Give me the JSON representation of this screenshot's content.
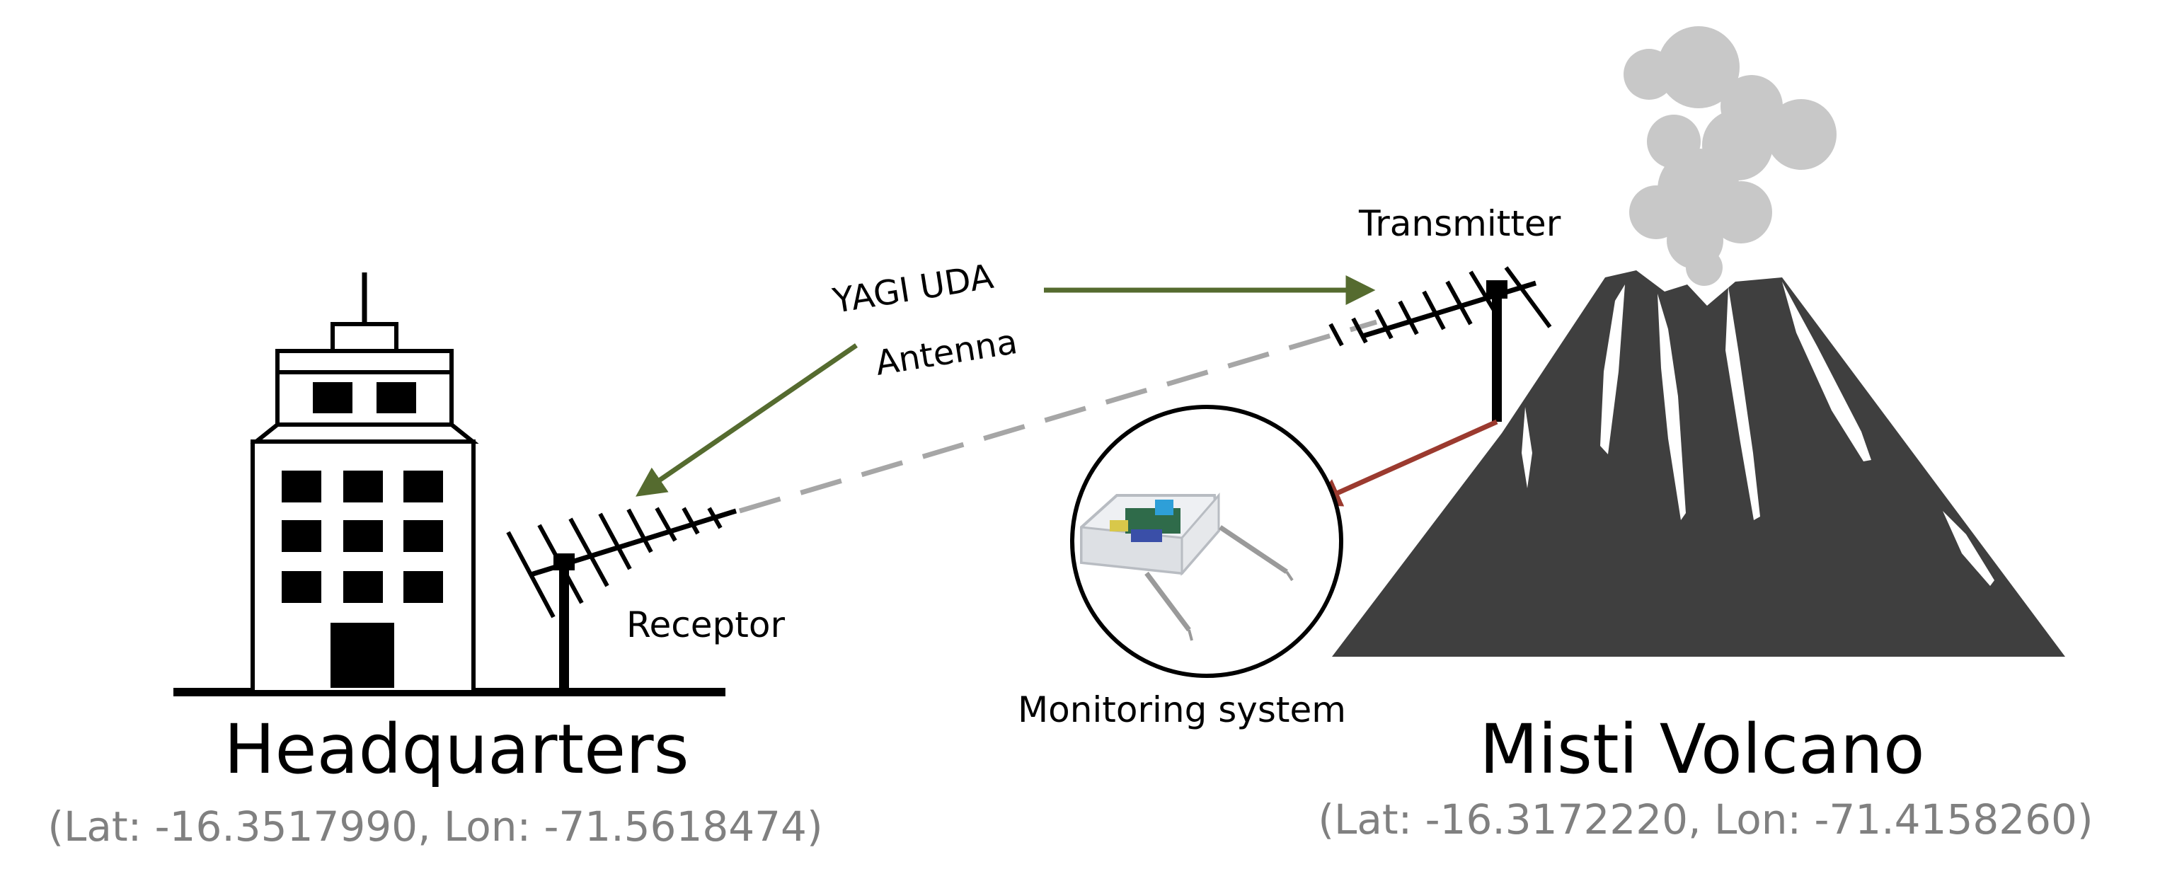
{
  "labels": {
    "yagi_line1": "YAGI UDA",
    "yagi_line2": "Antenna",
    "transmitter": "Transmitter",
    "receptor": "Receptor",
    "monitoring": "Monitoring system",
    "headquarters": "Headquarters",
    "volcano": "Misti Volcano",
    "hq_coords": "(Lat: -16.3517990, Lon: -71.5618474)",
    "volcano_coords": "(Lat: -16.3172220, Lon: -71.4158260)"
  },
  "colors": {
    "annotation_arrow": "#556b2f",
    "sensor_arrow": "#9b3a2f",
    "link_dashed": "#a6a6a6",
    "volcano": "#3f3f3f",
    "smoke": "#c8c8c8",
    "coords_text": "#808080",
    "ink": "#000000"
  },
  "icons": {
    "building": "building-icon",
    "volcano": "volcano-icon",
    "receptor_antenna": "yagi-antenna-icon",
    "transmitter_antenna": "yagi-antenna-icon",
    "sensor": "monitoring-device-icon"
  }
}
